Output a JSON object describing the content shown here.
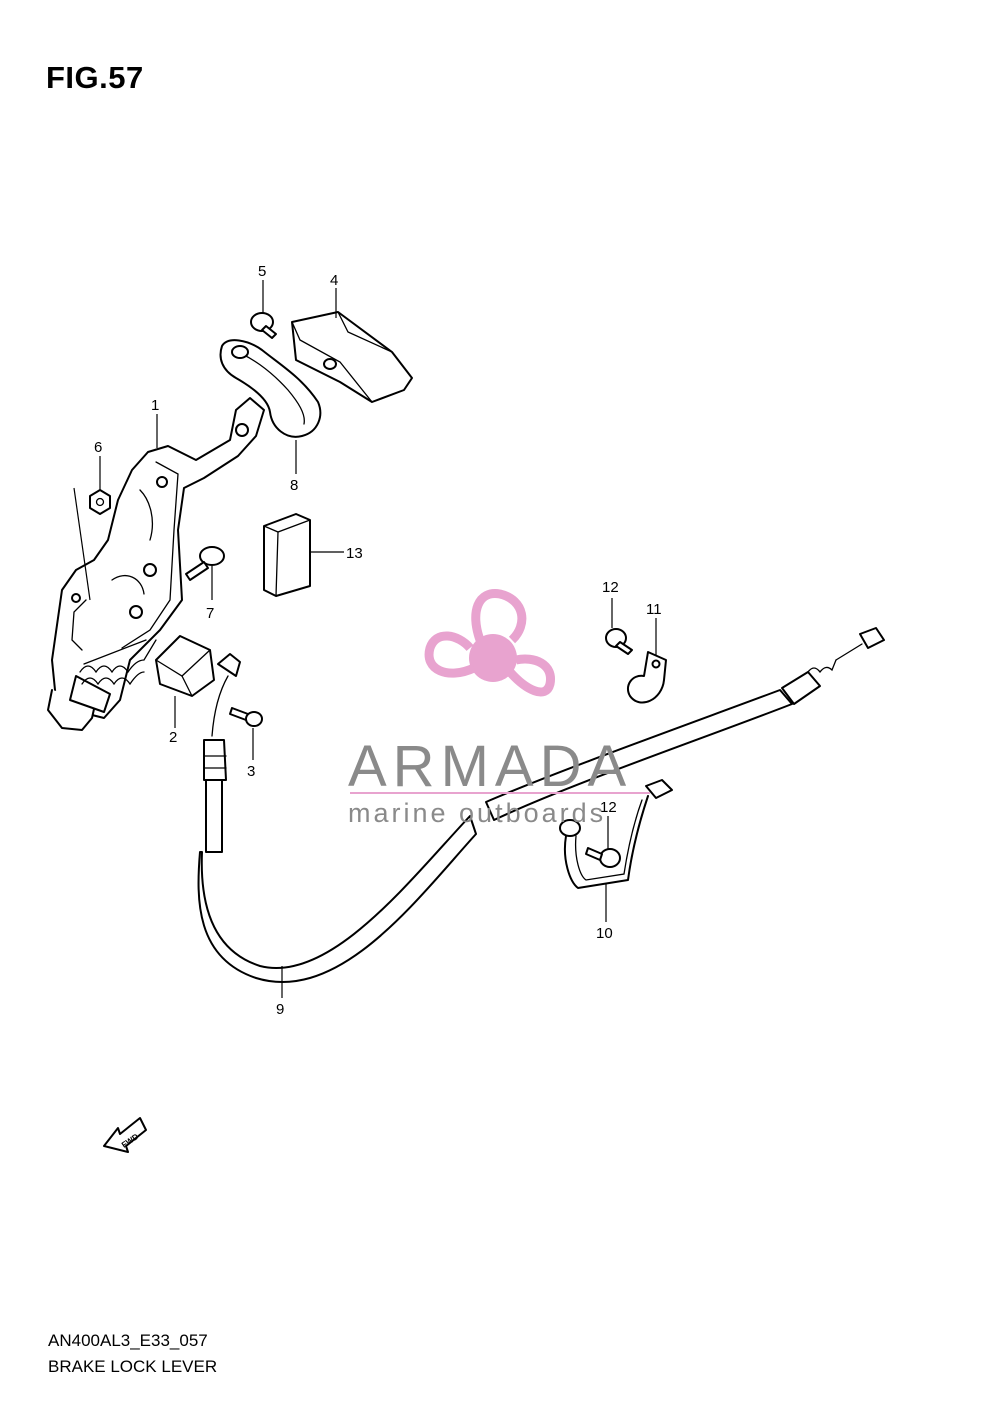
{
  "figure": {
    "title": "FIG.57"
  },
  "callouts": [
    {
      "id": "c1",
      "label": "1"
    },
    {
      "id": "c2",
      "label": "2"
    },
    {
      "id": "c3",
      "label": "3"
    },
    {
      "id": "c4",
      "label": "4"
    },
    {
      "id": "c5",
      "label": "5"
    },
    {
      "id": "c6",
      "label": "6"
    },
    {
      "id": "c7",
      "label": "7"
    },
    {
      "id": "c8",
      "label": "8"
    },
    {
      "id": "c9",
      "label": "9"
    },
    {
      "id": "c10",
      "label": "10"
    },
    {
      "id": "c11",
      "label": "11"
    },
    {
      "id": "c12a",
      "label": "12"
    },
    {
      "id": "c12b",
      "label": "12"
    },
    {
      "id": "c13",
      "label": "13"
    }
  ],
  "direction_badge": {
    "label": "FWD"
  },
  "watermark": {
    "name": "ARMADA",
    "tagline": "marine outboards",
    "accent_color": "#e8a3cf"
  },
  "footer": {
    "model_code": "AN400AL3_E33_057",
    "caption": "BRAKE LOCK LEVER"
  }
}
